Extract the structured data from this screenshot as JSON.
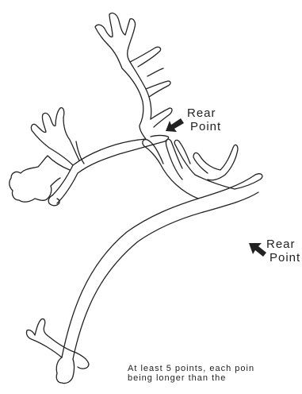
{
  "labels": {
    "upper": {
      "line1": "Rear",
      "line2": "Point"
    },
    "lower": {
      "line1": "Rear",
      "line2": "Point"
    }
  },
  "caption": {
    "line1": "At least 5 points, each poin",
    "line2": "being  longer  than  the"
  },
  "colors": {
    "ink": "#222222",
    "background": "#ffffff"
  }
}
